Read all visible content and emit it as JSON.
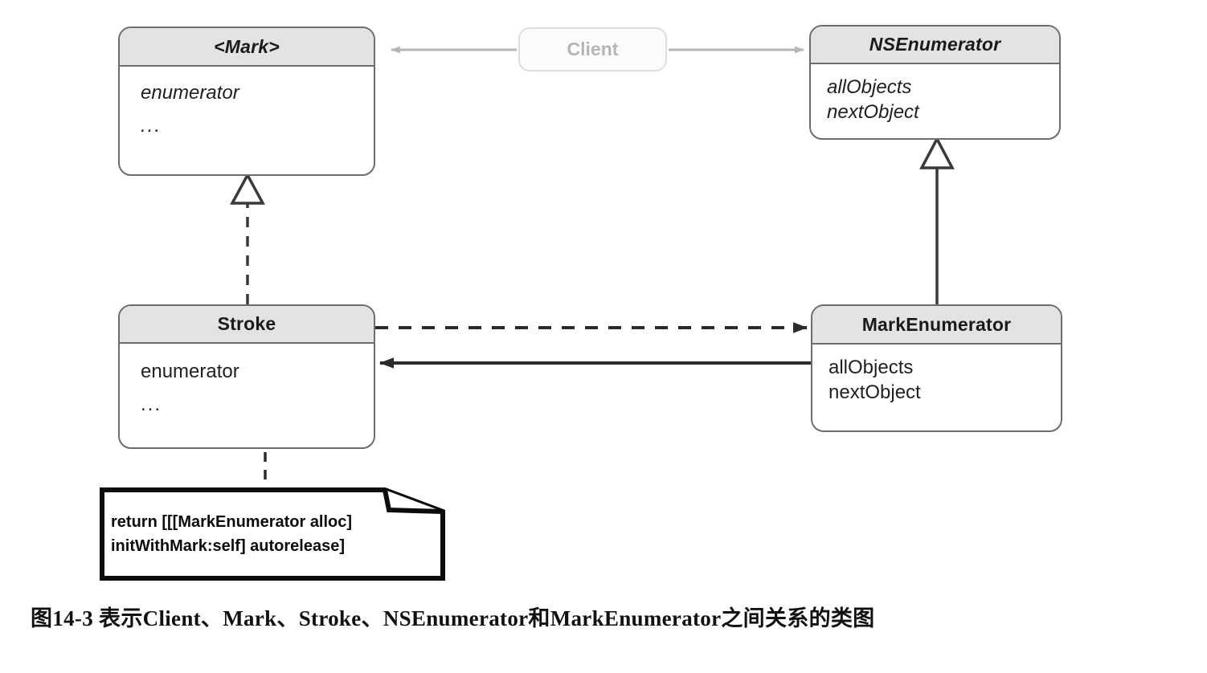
{
  "figure": {
    "caption": "图14-3  表示Client、Mark、Stroke、NSEnumerator和MarkEnumerator之间关系的类图",
    "caption_number": "图14-3",
    "background_color": "#ffffff"
  },
  "diagram": {
    "type": "uml-class-diagram",
    "colors": {
      "box_border": "#6d6d6d",
      "box_header_fill": "#e3e3e3",
      "box_body_fill": "#ffffff",
      "connector_dark": "#3a3a3a",
      "connector_light": "#b5b5b5",
      "note_border": "#0c0c0c",
      "text": "#1a1a1a"
    },
    "classes": [
      {
        "id": "mark",
        "name": "<Mark>",
        "abstract": true,
        "members": [
          "enumerator",
          "..."
        ]
      },
      {
        "id": "nsenumerator",
        "name": "NSEnumerator",
        "abstract": true,
        "members": [
          "allObjects",
          "nextObject"
        ]
      },
      {
        "id": "stroke",
        "name": "Stroke",
        "abstract": false,
        "members": [
          "enumerator",
          "..."
        ]
      },
      {
        "id": "markenumerator",
        "name": "MarkEnumerator",
        "abstract": false,
        "members": [
          "allObjects",
          "nextObject"
        ]
      }
    ],
    "client": {
      "label": "Client"
    },
    "note": {
      "lines": [
        "return [[[MarkEnumerator alloc]",
        "initWithMark:self] autorelease]"
      ],
      "attached_to": "stroke.enumerator"
    },
    "relationships": [
      {
        "id": "client-to-mark",
        "from": "Client",
        "to": "<Mark>",
        "style": "solid",
        "arrow": "filled",
        "kind": "dependency",
        "color": "#b5b5b5"
      },
      {
        "id": "client-to-nsenumerator",
        "from": "Client",
        "to": "NSEnumerator",
        "style": "solid",
        "arrow": "filled",
        "kind": "dependency",
        "color": "#b5b5b5"
      },
      {
        "id": "stroke-realizes-mark",
        "from": "Stroke",
        "to": "<Mark>",
        "style": "dashed",
        "arrow": "hollow-triangle",
        "kind": "realization",
        "color": "#3a3a3a"
      },
      {
        "id": "markenumerator-extends-nsenumerator",
        "from": "MarkEnumerator",
        "to": "NSEnumerator",
        "style": "solid",
        "arrow": "hollow-triangle",
        "kind": "generalization",
        "color": "#3a3a3a"
      },
      {
        "id": "stroke-depends-markenumerator",
        "from": "Stroke",
        "to": "MarkEnumerator",
        "style": "dashed",
        "arrow": "filled",
        "kind": "dependency",
        "color": "#2b2b2b"
      },
      {
        "id": "markenumerator-to-stroke",
        "from": "MarkEnumerator",
        "to": "Stroke",
        "style": "solid",
        "arrow": "filled",
        "kind": "association",
        "color": "#2b2b2b"
      }
    ]
  }
}
